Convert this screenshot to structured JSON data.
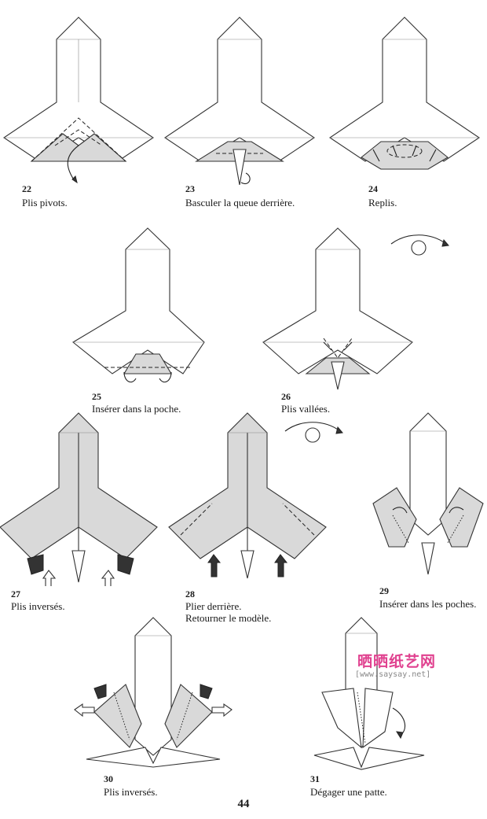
{
  "steps": [
    {
      "number": "22",
      "caption": "Plis pivots."
    },
    {
      "number": "23",
      "caption": "Basculer la queue derrière."
    },
    {
      "number": "24",
      "caption": "Replis."
    },
    {
      "number": "25",
      "caption": "Insérer dans la poche."
    },
    {
      "number": "26",
      "caption": "Plis vallées."
    },
    {
      "number": "27",
      "caption": "Plis inversés."
    },
    {
      "number": "28",
      "caption": "Plier derrière.",
      "caption2": "Retourner le modèle."
    },
    {
      "number": "29",
      "caption": "Insérer dans les poches."
    },
    {
      "number": "30",
      "caption": "Plis inversés."
    },
    {
      "number": "31",
      "caption": "Dégager une patte."
    }
  ],
  "page_number": "44",
  "watermark": {
    "title": "晒晒纸艺网",
    "url": "[www.saysay.net]"
  }
}
